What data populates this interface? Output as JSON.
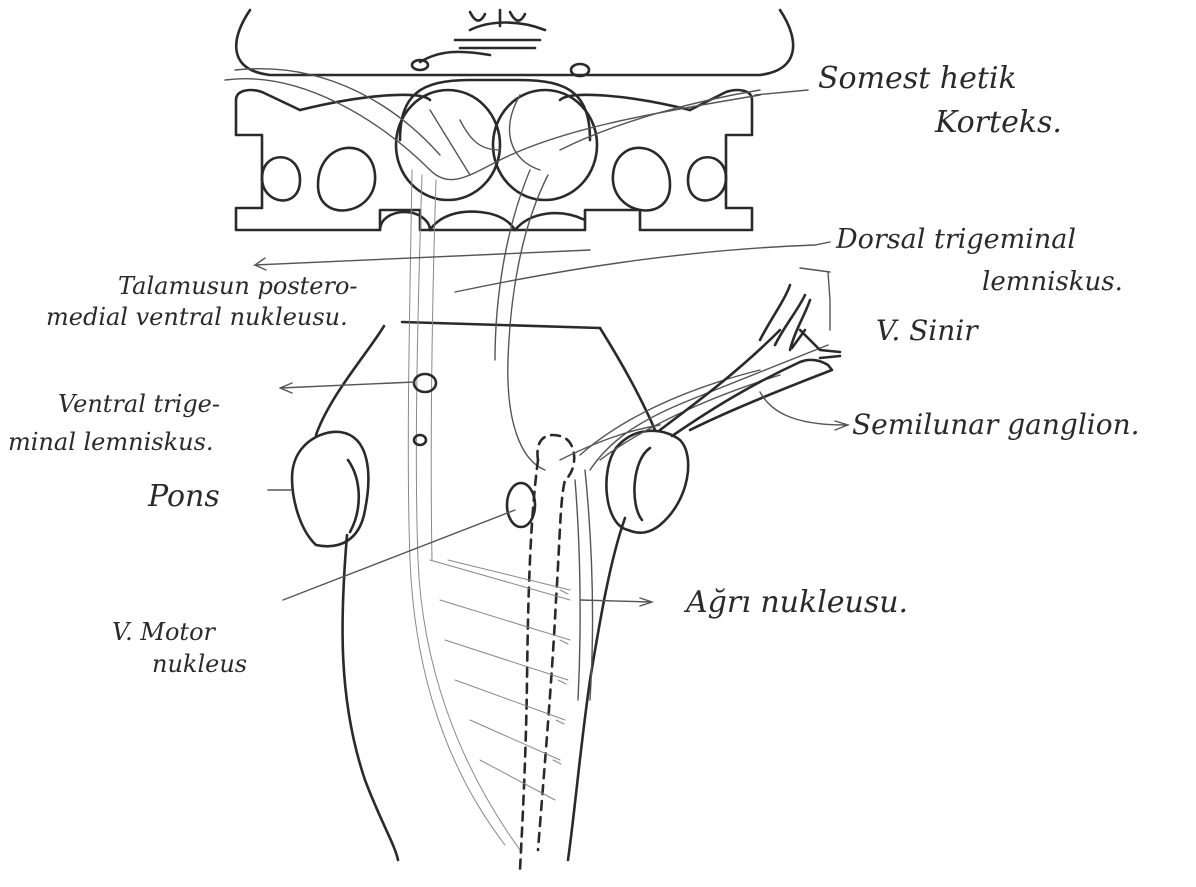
{
  "diagram": {
    "labels": {
      "somatic_cortex_line1": "Somest hetik",
      "somatic_cortex_line2": "Korteks.",
      "dorsal_lemniscus_line1": "Dorsal trigeminal",
      "dorsal_lemniscus_line2": "lemniskus.",
      "thalamus_line1": "Talamusun postero-",
      "thalamus_line2": "medial ventral nukleusu.",
      "nerve_v": "V. Sinir",
      "ventral_lemniscus_line1": "Ventral trige-",
      "ventral_lemniscus_line2": "minal lemniskus.",
      "semilunar_ganglion": "Semilunar ganglion.",
      "pons": "Pons",
      "pain_nucleus": "Ağrı nukleusu.",
      "motor_nucleus_line1": "V. Motor",
      "motor_nucleus_line2": "nukleus"
    }
  }
}
